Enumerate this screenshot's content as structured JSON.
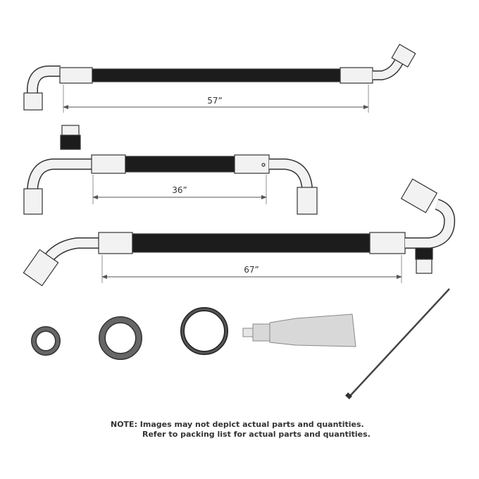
{
  "hoses": [
    {
      "length_label": "57”"
    },
    {
      "length_label": "36”"
    },
    {
      "length_label": "67”"
    }
  ],
  "accessories": [
    "o-ring-small",
    "o-ring-medium",
    "o-ring-large",
    "lubricant-tube",
    "zip-tie"
  ],
  "colors": {
    "hose": "#1c1c1c",
    "metal": "#f2f2f2",
    "outline": "#333333",
    "tube": "#d8d8d8",
    "dimension": "#555555"
  },
  "note": {
    "line1": "NOTE: Images may not depict actual parts and quantities.",
    "line2": "Refer to packing list for actual parts and quantities."
  }
}
